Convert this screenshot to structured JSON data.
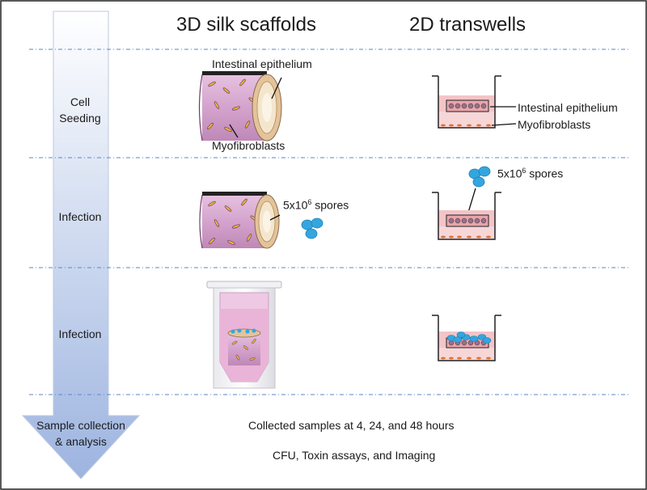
{
  "columns": {
    "left_title": "3D silk scaffolds",
    "right_title": "2D transwells"
  },
  "stages": [
    {
      "label_line1": "Cell",
      "label_line2": "Seeding"
    },
    {
      "label": "Infection"
    },
    {
      "label": "Infection"
    },
    {
      "label_line1": "Sample collection",
      "label_line2": "& analysis"
    }
  ],
  "labels": {
    "scaffold_epithelium": "Intestinal epithelium",
    "scaffold_fibroblasts": "Myofibroblasts",
    "transwell_epithelium": "Intestinal epithelium",
    "transwell_fibroblasts": "Myofibroblasts",
    "spores_base": "5x10",
    "spores_exp": "6",
    "spores_unit": " spores"
  },
  "footer": {
    "line1": "Collected samples at 4, 24, and 48 hours",
    "line2": "CFU, Toxin assays, and Imaging"
  },
  "colors": {
    "arrow_top": "#ffffff",
    "arrow_bottom": "#9db4e0",
    "divider": "#5b86c9",
    "scaffold_pink": "#d9a8d3",
    "transwell_medium": "#f3c4c8",
    "spore_blue": "#33a6df",
    "cell_purple": "#9b6f8d"
  }
}
